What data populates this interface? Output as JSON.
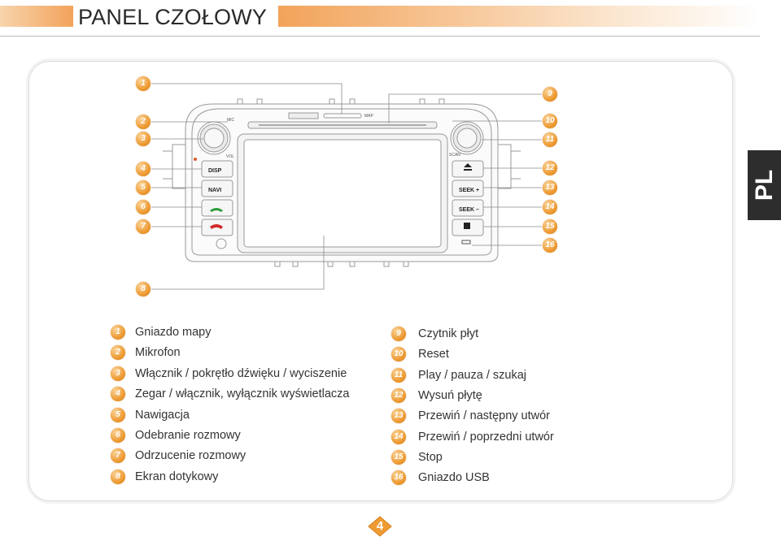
{
  "header": {
    "title": "PANEL CZOŁOWY"
  },
  "side_tab": {
    "label": "PL"
  },
  "page_number": "4",
  "callout_numbers": [
    "1",
    "2",
    "3",
    "4",
    "5",
    "6",
    "7",
    "8",
    "9",
    "10",
    "11",
    "12",
    "13",
    "14",
    "15",
    "16"
  ],
  "device": {
    "buttons_left": [
      "DISP",
      "NAVI"
    ],
    "buttons_right": [
      "SEEK +",
      "SEEK –"
    ],
    "labels": {
      "mic": "MIC",
      "vol": "VOL",
      "scan": "SCAN",
      "map": "MAP"
    }
  },
  "legend": {
    "left": [
      {
        "num": "1",
        "label": "Gniazdo mapy"
      },
      {
        "num": "2",
        "label": "Mikrofon"
      },
      {
        "num": "3",
        "label": "Włącznik / pokrętło dźwięku / wyciszenie"
      },
      {
        "num": "4",
        "label": "Zegar / włącznik, wyłącznik wyświetlacza"
      },
      {
        "num": "5",
        "label": "Nawigacja"
      },
      {
        "num": "6",
        "label": "Odebranie rozmowy"
      },
      {
        "num": "7",
        "label": "Odrzucenie rozmowy"
      },
      {
        "num": "8",
        "label": "Ekran dotykowy"
      }
    ],
    "right": [
      {
        "num": "9",
        "label": "Czytnik płyt"
      },
      {
        "num": "10",
        "label": "Reset"
      },
      {
        "num": "11",
        "label": "Play / pauza / szukaj"
      },
      {
        "num": "12",
        "label": "Wysuń płytę"
      },
      {
        "num": "13",
        "label": "Przewiń / następny utwór"
      },
      {
        "num": "14",
        "label": "Przewiń / poprzedni utwór"
      },
      {
        "num": "15",
        "label": "Stop"
      },
      {
        "num": "16",
        "label": "Gniazdo USB"
      }
    ]
  },
  "colors": {
    "accent": "#ee9b33",
    "tab_bg": "#2d2d2d"
  }
}
